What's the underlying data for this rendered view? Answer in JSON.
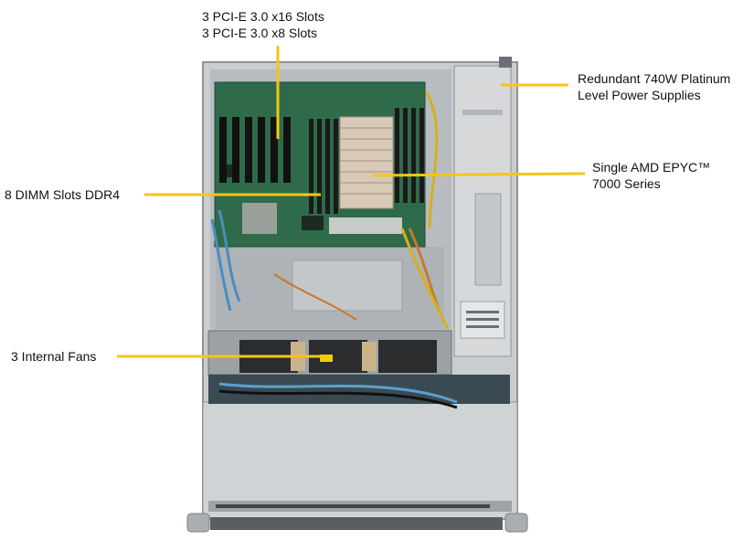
{
  "callouts": {
    "pcie": {
      "line1": "3 PCI-E 3.0 x16 Slots",
      "line2": "3 PCI-E 3.0 x8 Slots"
    },
    "psu": {
      "line1": "Redundant  740W Platinum",
      "line2": "Level Power Supplies"
    },
    "cpu": {
      "line1": "Single AMD EPYC™",
      "line2": "7000 Series"
    },
    "dimm": {
      "line1": "8 DIMM Slots DDR4"
    },
    "fans": {
      "line1": "3 Internal  Fans"
    }
  },
  "colors": {
    "leader": "#f5c518",
    "chassis": "#c9cdd1",
    "chassis_dark": "#8e9397",
    "board": "#2f6b4a",
    "heatsink": "#d8c9b8",
    "psu": "#d6d8da"
  }
}
